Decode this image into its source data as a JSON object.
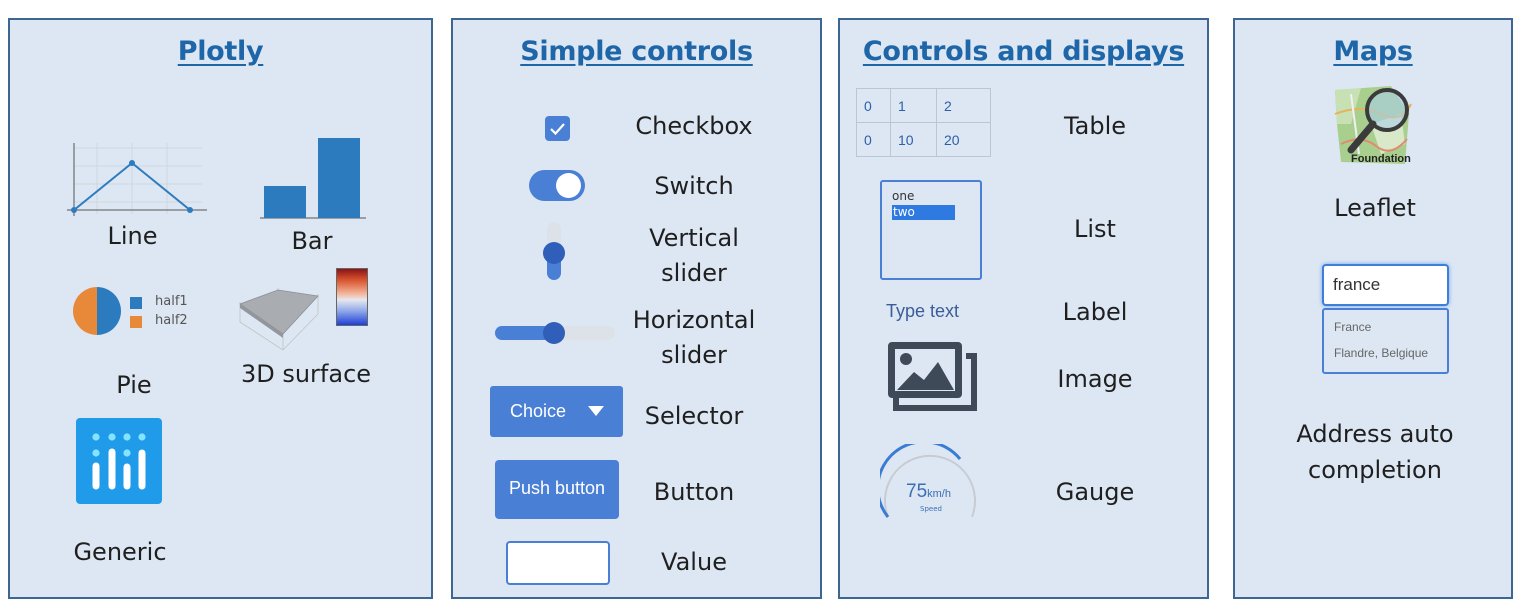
{
  "colors": {
    "panel_bg": "#dde7f3",
    "panel_border": "#3d6790",
    "title": "#1e66a8",
    "accent": "#4a7fd6",
    "plot_blue": "#2c7bbf",
    "plot_orange": "#e8893a"
  },
  "panels": {
    "plotly": {
      "title": "Plotly",
      "items": {
        "line": "Line",
        "bar": "Bar",
        "pie": "Pie",
        "pie_legend": [
          "half1",
          "half2"
        ],
        "surface": "3D surface",
        "generic": "Generic"
      }
    },
    "simple": {
      "title": "Simple controls",
      "items": {
        "checkbox": "Checkbox",
        "switch": "Switch",
        "vslider_1": "Vertical",
        "vslider_2": "slider",
        "hslider_1": "Horizontal",
        "hslider_2": "slider",
        "selector": "Selector",
        "selector_value": "Choice",
        "button": "Button",
        "button_text": "Push button",
        "value": "Value"
      }
    },
    "controls": {
      "title": "Controls and displays",
      "items": {
        "table": "Table",
        "table_cells": [
          [
            "0",
            "1",
            "2"
          ],
          [
            "0",
            "10",
            "20"
          ]
        ],
        "list": "List",
        "list_items": [
          "one",
          "two"
        ],
        "label": "Label",
        "label_sample": "Type text",
        "image": "Image",
        "gauge": "Gauge",
        "gauge_value": "75",
        "gauge_unit": "km/h",
        "gauge_caption": "Speed"
      }
    },
    "maps": {
      "title": "Maps",
      "items": {
        "logo_text": "Foundation",
        "leaflet": "Leaflet",
        "search_value": "france",
        "suggestions": [
          "France",
          "Flandre, Belgique"
        ],
        "address_1": "Address auto",
        "address_2": "completion"
      }
    }
  }
}
